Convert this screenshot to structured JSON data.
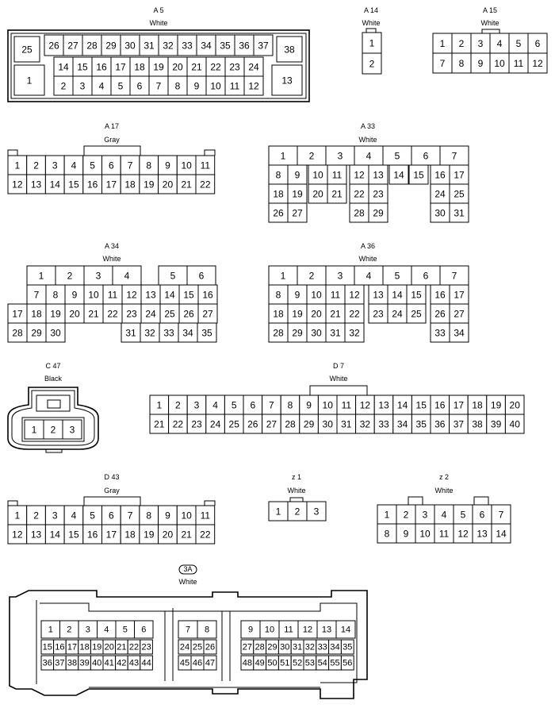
{
  "connectors": {
    "a5": {
      "code": "A 5",
      "color": "White"
    },
    "a14": {
      "code": "A 14",
      "color": "White"
    },
    "a15": {
      "code": "A 15",
      "color": "White"
    },
    "a17": {
      "code": "A 17",
      "color": "Gray"
    },
    "a33": {
      "code": "A 33",
      "color": "White"
    },
    "a34": {
      "code": "A 34",
      "color": "White"
    },
    "a36": {
      "code": "A 36",
      "color": "White"
    },
    "c47": {
      "code": "C 47",
      "color": "Black"
    },
    "d7": {
      "code": "D 7",
      "color": "White"
    },
    "d43": {
      "code": "D 43",
      "color": "Gray"
    },
    "z1": {
      "code": "z 1",
      "color": "White"
    },
    "z2": {
      "code": "z 2",
      "color": "White"
    },
    "j3a": {
      "code": "3A",
      "color": "White"
    }
  }
}
